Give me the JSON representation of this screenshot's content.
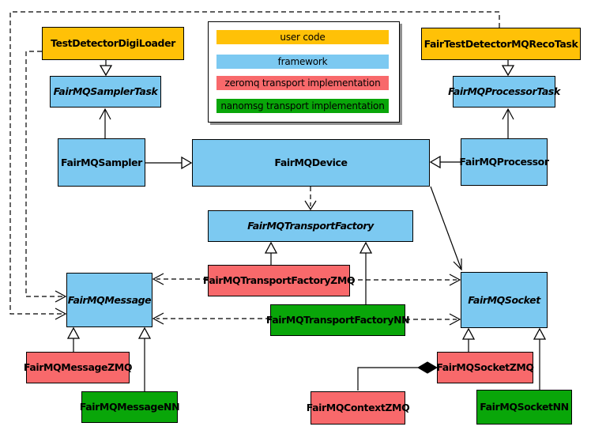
{
  "legend": {
    "items": [
      {
        "label": "user code",
        "color": "#FFC107"
      },
      {
        "label": "framework",
        "color": "#7CC9F1"
      },
      {
        "label": "zeromq transport implementation",
        "color": "#F8696B"
      },
      {
        "label": "nanomsg transport implementation",
        "color": "#09A609"
      }
    ]
  },
  "nodes": {
    "testDetectorDigiLoader": {
      "label": "TestDetectorDigiLoader",
      "category": "user code",
      "abstract": false
    },
    "fairTestDetectorMQRecoTask": {
      "label": "FairTestDetectorMQRecoTask",
      "category": "user code",
      "abstract": false
    },
    "fairMQSamplerTask": {
      "label": "FairMQSamplerTask",
      "category": "framework",
      "abstract": true
    },
    "fairMQProcessorTask": {
      "label": "FairMQProcessorTask",
      "category": "framework",
      "abstract": true
    },
    "fairMQSampler": {
      "label": "FairMQSampler",
      "category": "framework",
      "abstract": false
    },
    "fairMQDevice": {
      "label": "FairMQDevice",
      "category": "framework",
      "abstract": false
    },
    "fairMQProcessor": {
      "label": "FairMQProcessor",
      "category": "framework",
      "abstract": false
    },
    "fairMQTransportFactory": {
      "label": "FairMQTransportFactory",
      "category": "framework",
      "abstract": true
    },
    "fairMQTransportFactoryZMQ": {
      "label": "FairMQTransportFactoryZMQ",
      "category": "zeromq",
      "abstract": false
    },
    "fairMQTransportFactoryNN": {
      "label": "FairMQTransportFactoryNN",
      "category": "nanomsg",
      "abstract": false
    },
    "fairMQMessage": {
      "label": "FairMQMessage",
      "category": "framework",
      "abstract": true
    },
    "fairMQSocket": {
      "label": "FairMQSocket",
      "category": "framework",
      "abstract": true
    },
    "fairMQMessageZMQ": {
      "label": "FairMQMessageZMQ",
      "category": "zeromq",
      "abstract": false
    },
    "fairMQMessageNN": {
      "label": "FairMQMessageNN",
      "category": "nanomsg",
      "abstract": false
    },
    "fairMQSocketZMQ": {
      "label": "FairMQSocketZMQ",
      "category": "zeromq",
      "abstract": false
    },
    "fairMQSocketNN": {
      "label": "FairMQSocketNN",
      "category": "nanomsg",
      "abstract": false
    },
    "fairMQContextZMQ": {
      "label": "FairMQContextZMQ",
      "category": "zeromq",
      "abstract": false
    }
  },
  "relationships": [
    {
      "from": "TestDetectorDigiLoader",
      "to": "FairMQSamplerTask",
      "type": "inheritance"
    },
    {
      "from": "FairTestDetectorMQRecoTask",
      "to": "FairMQProcessorTask",
      "type": "inheritance"
    },
    {
      "from": "FairMQSampler",
      "to": "FairMQDevice",
      "type": "inheritance"
    },
    {
      "from": "FairMQProcessor",
      "to": "FairMQDevice",
      "type": "inheritance"
    },
    {
      "from": "FairMQSampler",
      "to": "FairMQSamplerTask",
      "type": "association"
    },
    {
      "from": "FairMQProcessor",
      "to": "FairMQProcessorTask",
      "type": "association"
    },
    {
      "from": "FairMQDevice",
      "to": "FairMQTransportFactory",
      "type": "dependency"
    },
    {
      "from": "FairMQDevice",
      "to": "FairMQSocket",
      "type": "association"
    },
    {
      "from": "FairMQTransportFactoryZMQ",
      "to": "FairMQTransportFactory",
      "type": "inheritance"
    },
    {
      "from": "FairMQTransportFactoryNN",
      "to": "FairMQTransportFactory",
      "type": "inheritance"
    },
    {
      "from": "FairMQTransportFactoryZMQ",
      "to": "FairMQMessage",
      "type": "dependency"
    },
    {
      "from": "FairMQTransportFactoryZMQ",
      "to": "FairMQSocket",
      "type": "dependency"
    },
    {
      "from": "FairMQTransportFactoryNN",
      "to": "FairMQMessage",
      "type": "dependency"
    },
    {
      "from": "FairMQTransportFactoryNN",
      "to": "FairMQSocket",
      "type": "dependency"
    },
    {
      "from": "TestDetectorDigiLoader",
      "to": "FairMQMessage",
      "type": "dependency"
    },
    {
      "from": "FairTestDetectorMQRecoTask",
      "to": "FairMQMessage",
      "type": "dependency"
    },
    {
      "from": "FairMQMessageZMQ",
      "to": "FairMQMessage",
      "type": "inheritance"
    },
    {
      "from": "FairMQMessageNN",
      "to": "FairMQMessage",
      "type": "inheritance"
    },
    {
      "from": "FairMQSocketZMQ",
      "to": "FairMQSocket",
      "type": "inheritance"
    },
    {
      "from": "FairMQSocketNN",
      "to": "FairMQSocket",
      "type": "inheritance"
    },
    {
      "from": "FairMQContextZMQ",
      "to": "FairMQSocketZMQ",
      "type": "composition"
    }
  ]
}
